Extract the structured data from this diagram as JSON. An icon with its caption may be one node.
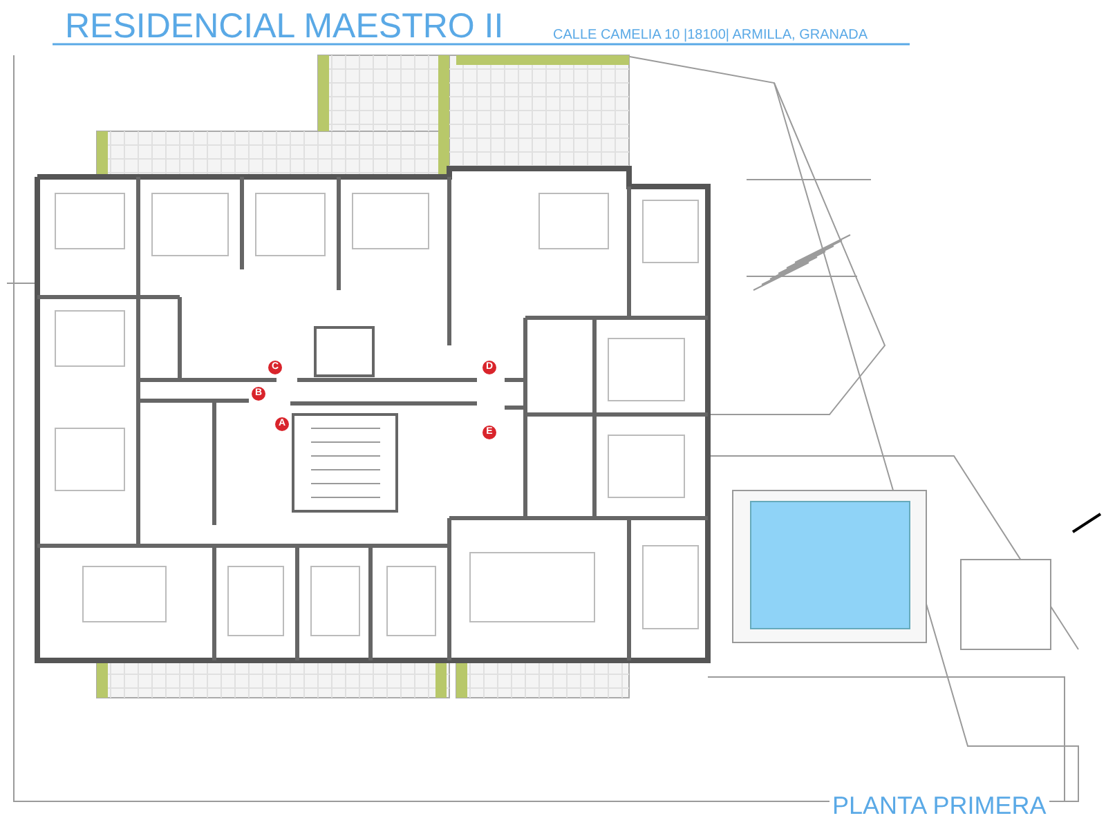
{
  "diagram": {
    "title": "RESIDENCIAL MAESTRO II",
    "caption": "PLANTA PRIMERA",
    "labels": [
      "CALLE CAMELIA 10 |18100| ARMILLA, GRANADA",
      "C",
      "D",
      "B",
      "A",
      "E"
    ]
  }
}
